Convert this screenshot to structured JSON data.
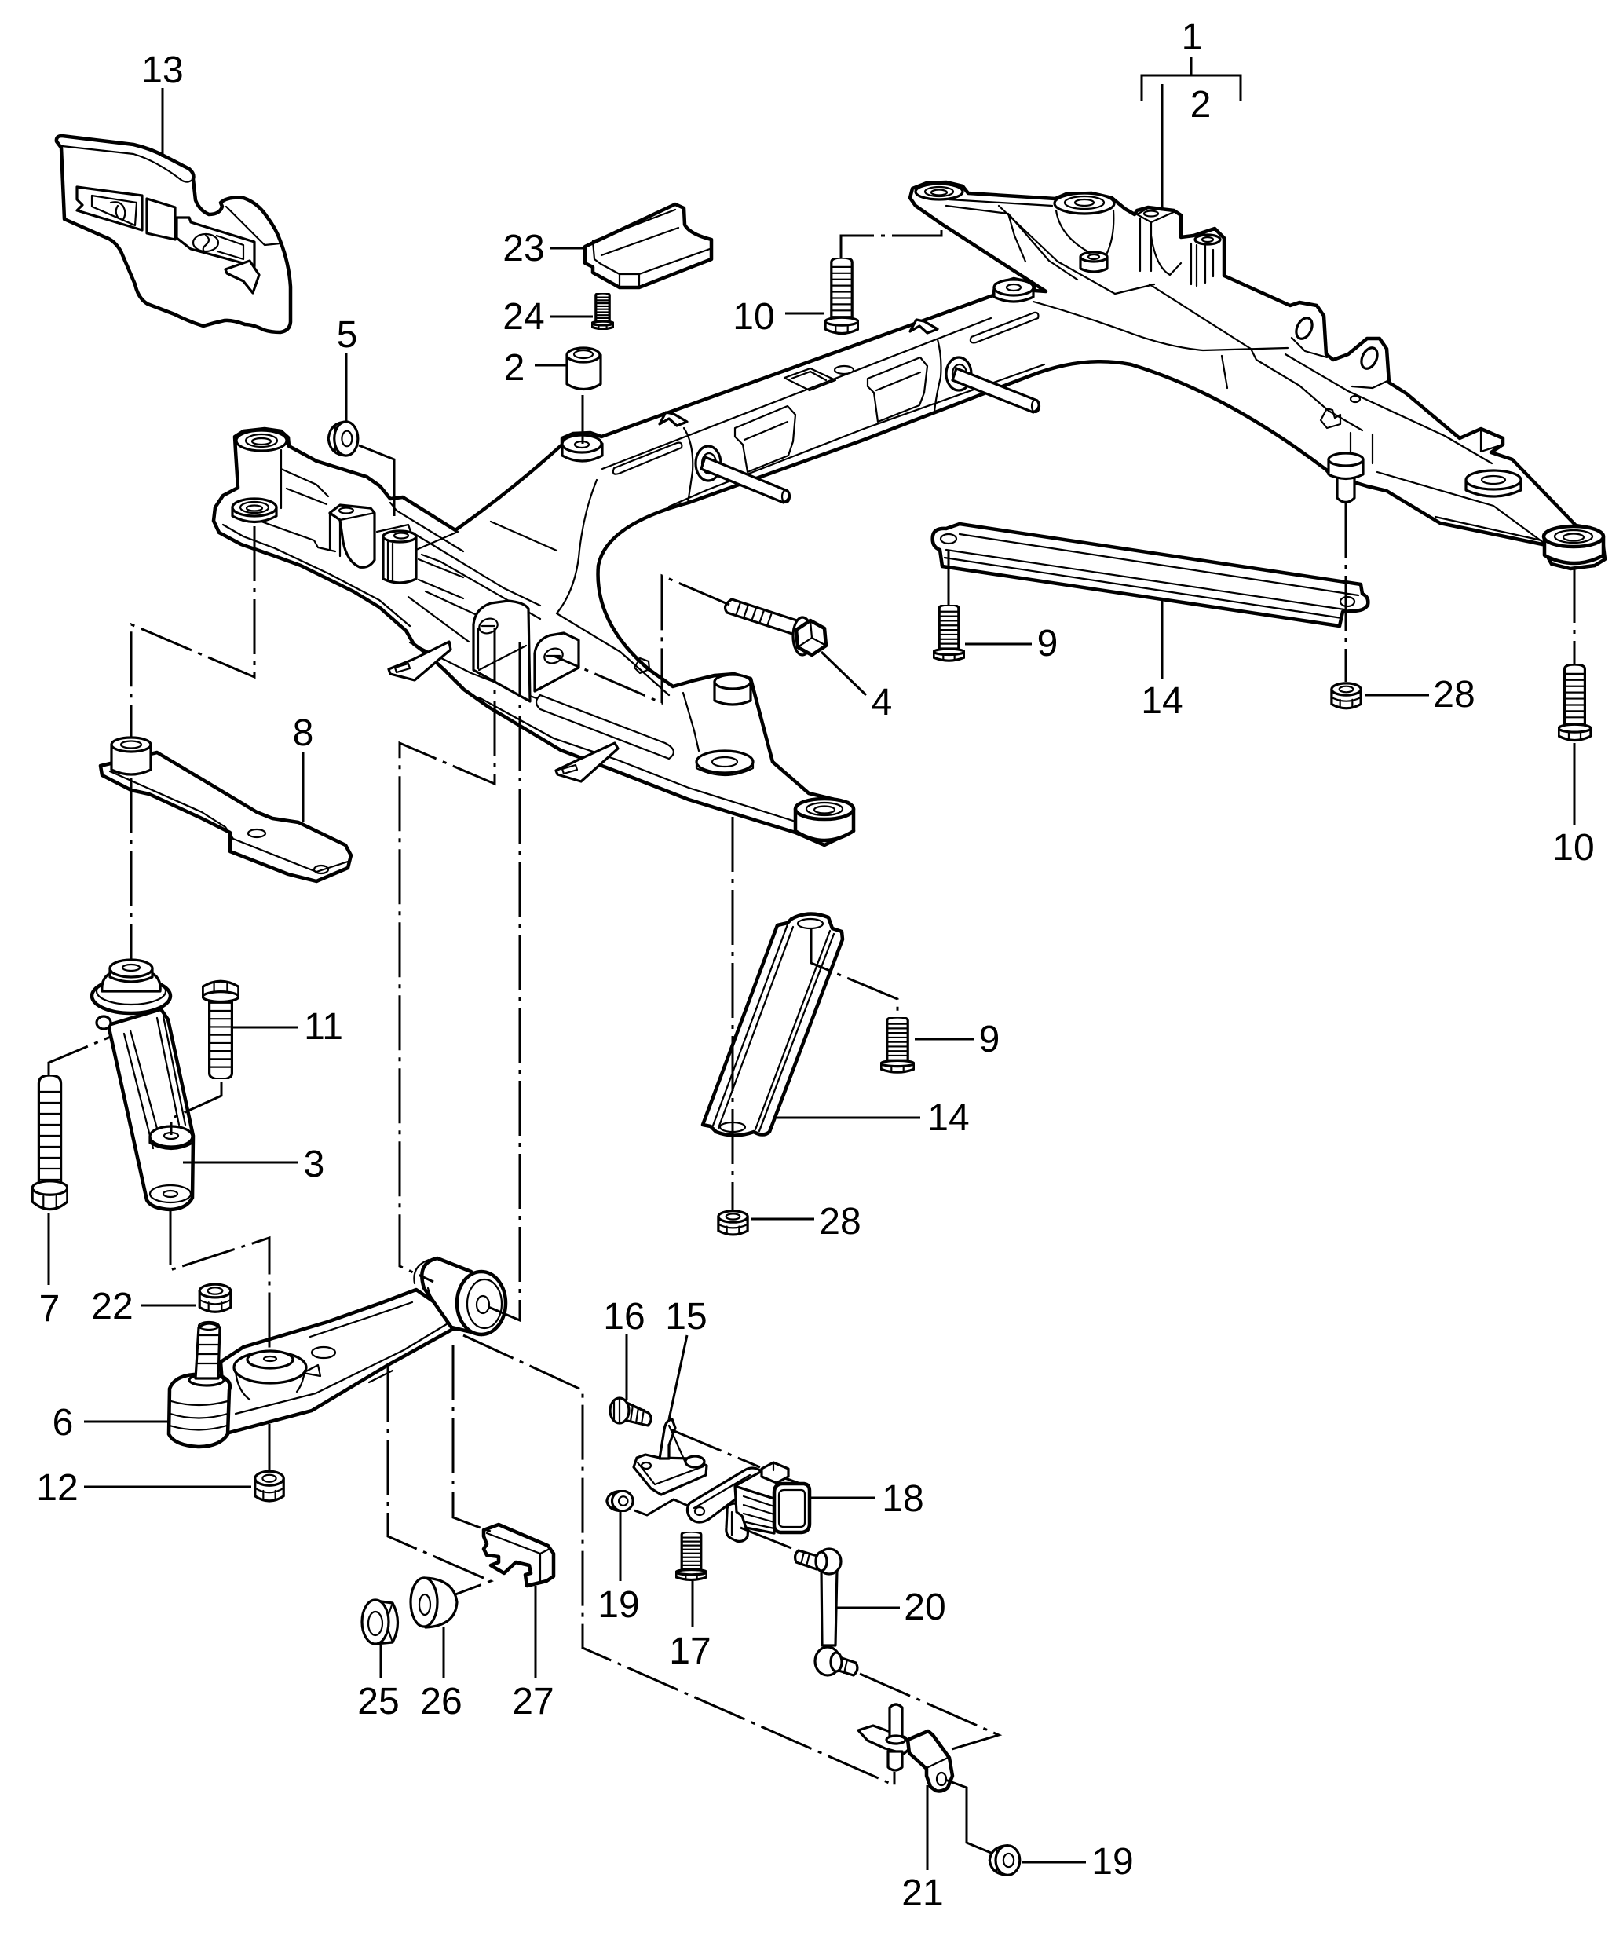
{
  "diagram": {
    "colors": {
      "ink": "#000000",
      "background": "#ffffff"
    },
    "assembly_group": {
      "label": "1",
      "includes_label": "2"
    },
    "callouts": [
      {
        "label": "13"
      },
      {
        "label": "23"
      },
      {
        "label": "24"
      },
      {
        "label": "10"
      },
      {
        "label": "2"
      },
      {
        "label": "5"
      },
      {
        "label": "4"
      },
      {
        "label": "9"
      },
      {
        "label": "14"
      },
      {
        "label": "28"
      },
      {
        "label": "10"
      },
      {
        "label": "8"
      },
      {
        "label": "11"
      },
      {
        "label": "3"
      },
      {
        "label": "9"
      },
      {
        "label": "14"
      },
      {
        "label": "28"
      },
      {
        "label": "7"
      },
      {
        "label": "22"
      },
      {
        "label": "6"
      },
      {
        "label": "12"
      },
      {
        "label": "16"
      },
      {
        "label": "15"
      },
      {
        "label": "18"
      },
      {
        "label": "19"
      },
      {
        "label": "17"
      },
      {
        "label": "20"
      },
      {
        "label": "25"
      },
      {
        "label": "26"
      },
      {
        "label": "27"
      },
      {
        "label": "21"
      },
      {
        "label": "19"
      }
    ]
  }
}
